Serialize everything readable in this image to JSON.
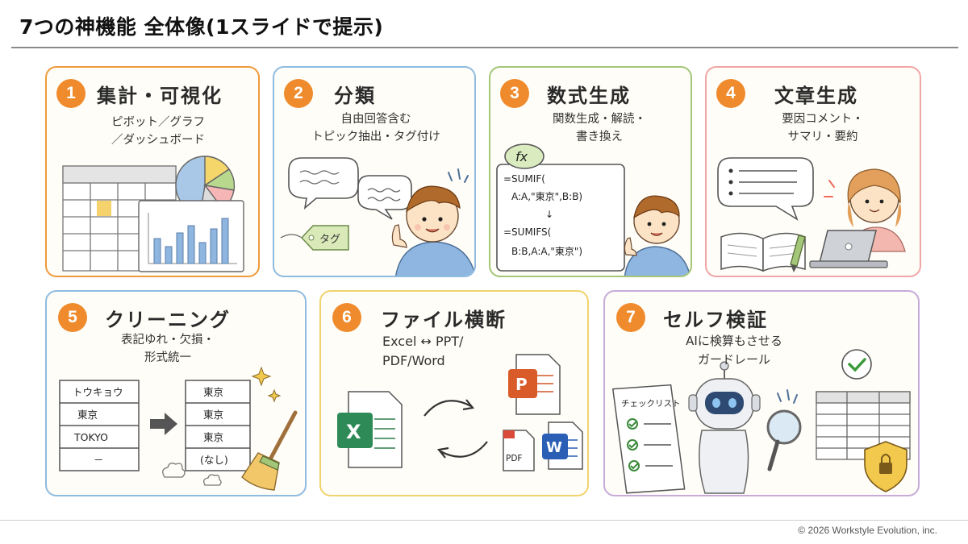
{
  "slide": {
    "title": "7つの神機能 全体像(1スライドで提示)",
    "copyright": "© 2026 Workstyle Evolution, inc."
  },
  "colors": {
    "orange": "#ef8b2c",
    "blue": "#8fbbe0",
    "green": "#a3c678",
    "pink": "#f0a6a6",
    "yellow": "#f1d36d",
    "purple": "#c7abd8"
  },
  "cards": [
    {
      "number": "1",
      "title": "集計・可視化",
      "desc_lines": [
        "ピボット／グラフ",
        "／ダッシュボード"
      ]
    },
    {
      "number": "2",
      "title": "分類",
      "desc_lines": [
        "自由回答含む",
        "トピック抽出・タグ付け"
      ],
      "tag_label": "タグ"
    },
    {
      "number": "3",
      "title": "数式生成",
      "desc_lines": [
        "関数生成・解読・",
        "書き換え"
      ],
      "fx_label": "fx",
      "formula_lines": [
        "=SUMIF(",
        "A:A,\"東京\",B:B)",
        "↓",
        "=SUMIFS(",
        "B:B,A:A,\"東京\")"
      ]
    },
    {
      "number": "4",
      "title": "文章生成",
      "desc_lines": [
        "要因コメント・",
        "サマリ・要約"
      ]
    },
    {
      "number": "5",
      "title": "クリーニング",
      "desc_lines": [
        "表記ゆれ・欠損・",
        "形式統一"
      ],
      "before_cells": [
        "トウキョウ",
        "東京",
        "TOKYO",
        "－"
      ],
      "after_cells": [
        "東京",
        "東京",
        "東京",
        "(なし)"
      ]
    },
    {
      "number": "6",
      "title": "ファイル横断",
      "desc_lines": [
        "Excel ↔ PPT/",
        "PDF/Word"
      ],
      "file_labels": {
        "excel": "X",
        "ppt": "P",
        "pdf": "PDF",
        "word": "W"
      }
    },
    {
      "number": "7",
      "title": "セルフ検証",
      "desc_lines": [
        "AIに検算もさせる",
        "ガードレール"
      ],
      "checklist_title": "チェックリスト"
    }
  ]
}
